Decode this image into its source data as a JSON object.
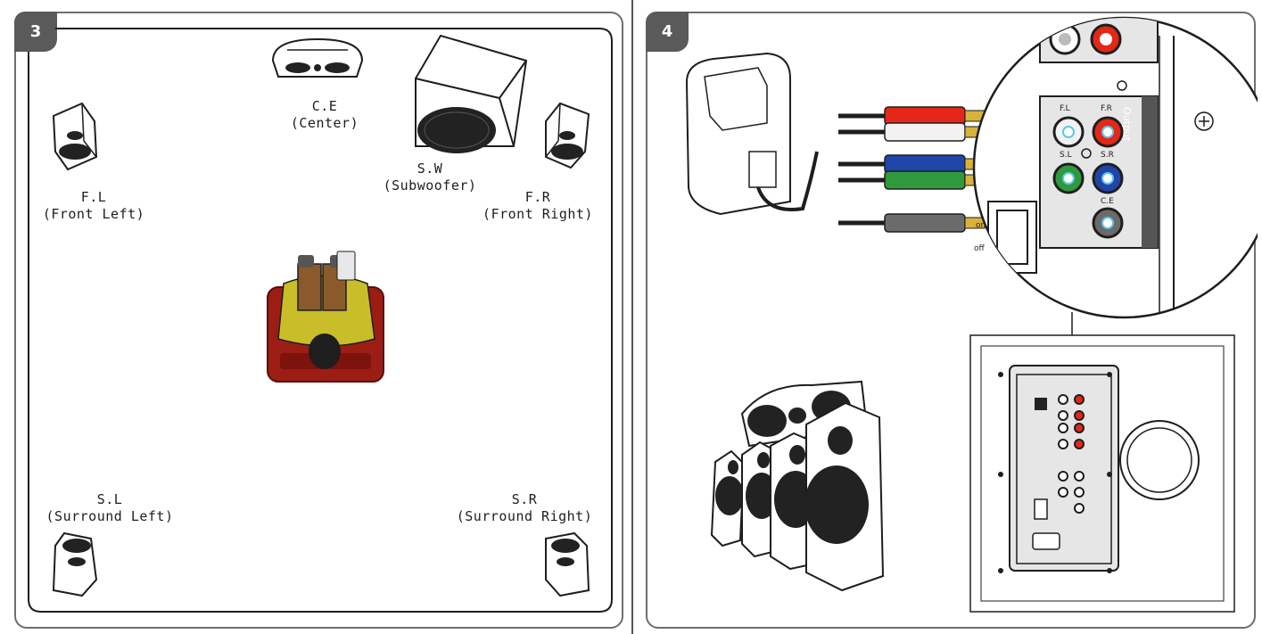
{
  "panel3": {
    "step": "3",
    "speakers": {
      "center": {
        "abbr": "C.E",
        "name": "(Center)"
      },
      "subwoofer": {
        "abbr": "S.W",
        "name": "(Subwoofer)"
      },
      "front_left": {
        "abbr": "F.L",
        "name": "(Front Left)"
      },
      "front_right": {
        "abbr": "F.R",
        "name": "(Front Right)"
      },
      "surround_left": {
        "abbr": "S.L",
        "name": "(Surround Left)"
      },
      "surround_right": {
        "abbr": "S.R",
        "name": "(Surround Right)"
      }
    }
  },
  "panel4": {
    "step": "4",
    "output_label": "Output",
    "jacks": {
      "fl": "F.L",
      "fr": "F.R",
      "sl": "S.L",
      "sr": "S.R",
      "ce": "C.E"
    },
    "switch": {
      "on": "on",
      "off": "off"
    },
    "colors": {
      "red": "#e42718",
      "white": "#f2f2f2",
      "blue": "#1f45a8",
      "green": "#2f9a3c",
      "gray": "#6b6b6b",
      "cable_line": "#5cc7e6",
      "gold": "#d8b23a"
    }
  }
}
